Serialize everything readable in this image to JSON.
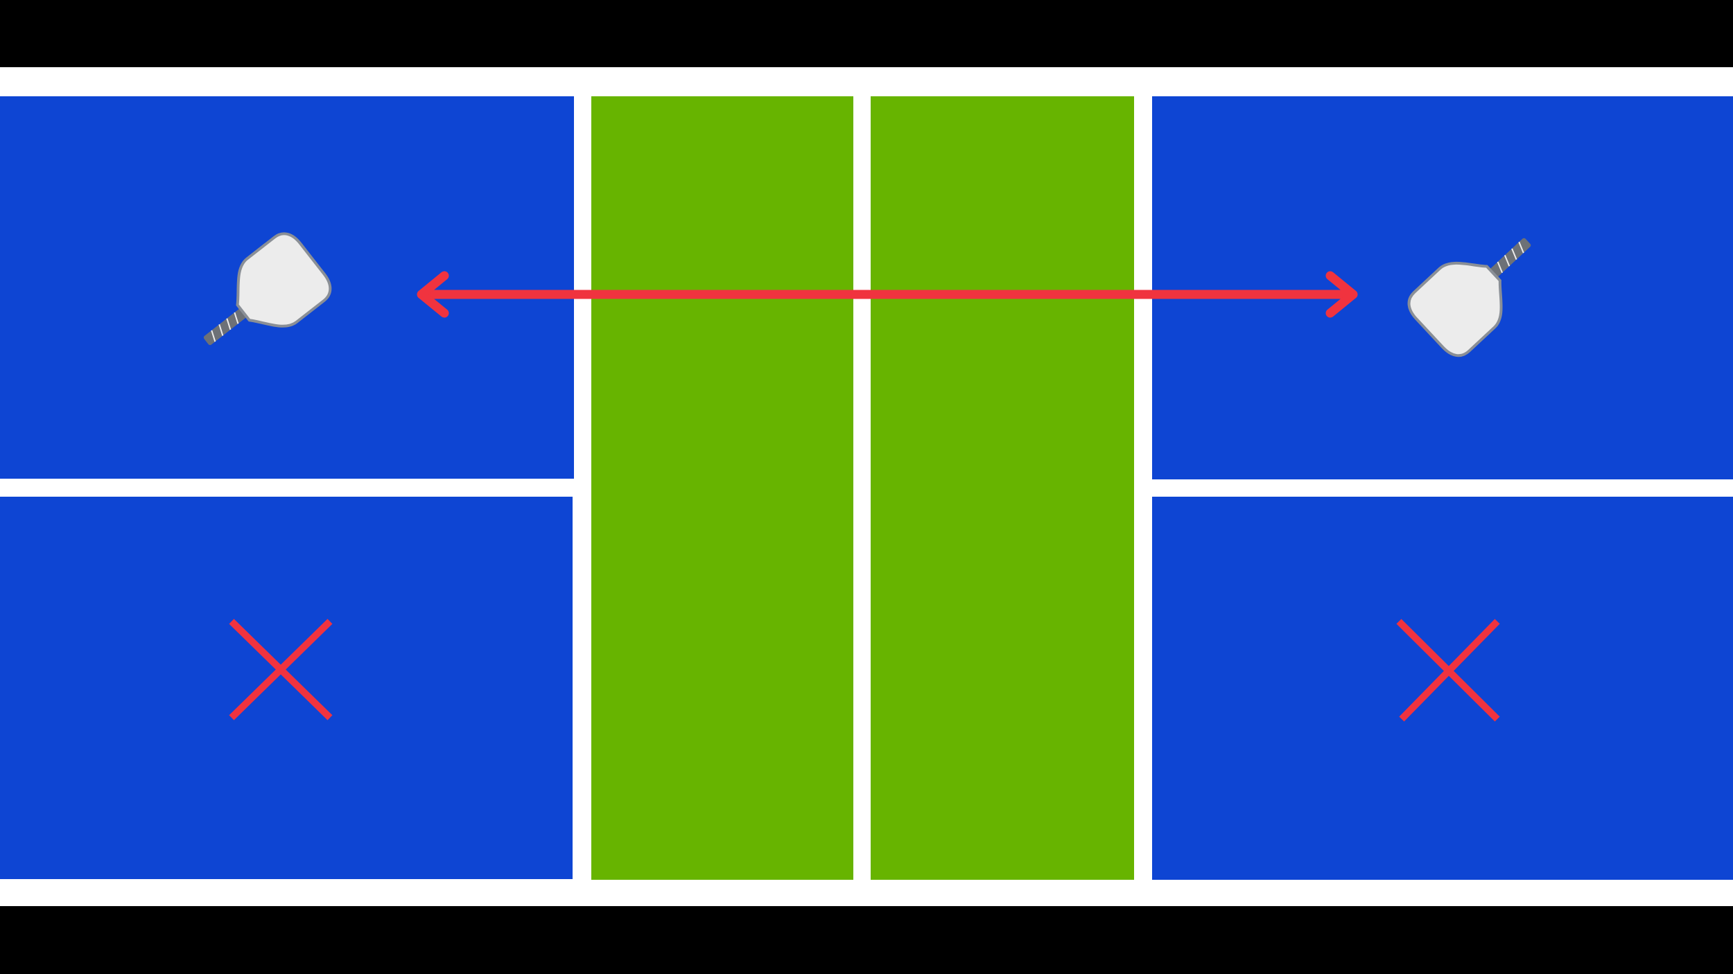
{
  "colors": {
    "letterbox": "#000000",
    "lines": "#ffffff",
    "service_box": "#0e45d3",
    "kitchen": "#67b400",
    "marker": "#f0333f",
    "paddle_face": "#ececec",
    "paddle_edge": "#8a8f96",
    "paddle_grip": "#6d7177"
  },
  "court": {
    "service_boxes": [
      {
        "side": "left",
        "half": "top",
        "marker": "paddle-icon"
      },
      {
        "side": "left",
        "half": "bottom",
        "marker": "x-mark-icon"
      },
      {
        "side": "right",
        "half": "top",
        "marker": "paddle-icon"
      },
      {
        "side": "right",
        "half": "bottom",
        "marker": "x-mark-icon"
      }
    ],
    "kitchen_zones": [
      {
        "side": "left"
      },
      {
        "side": "right"
      }
    ]
  },
  "annotations": {
    "arrow": {
      "direction": "double-headed",
      "connects": [
        "left-top-paddle",
        "right-top-paddle"
      ]
    },
    "icons": [
      "paddle-icon",
      "paddle-icon",
      "x-mark-icon",
      "x-mark-icon"
    ]
  }
}
